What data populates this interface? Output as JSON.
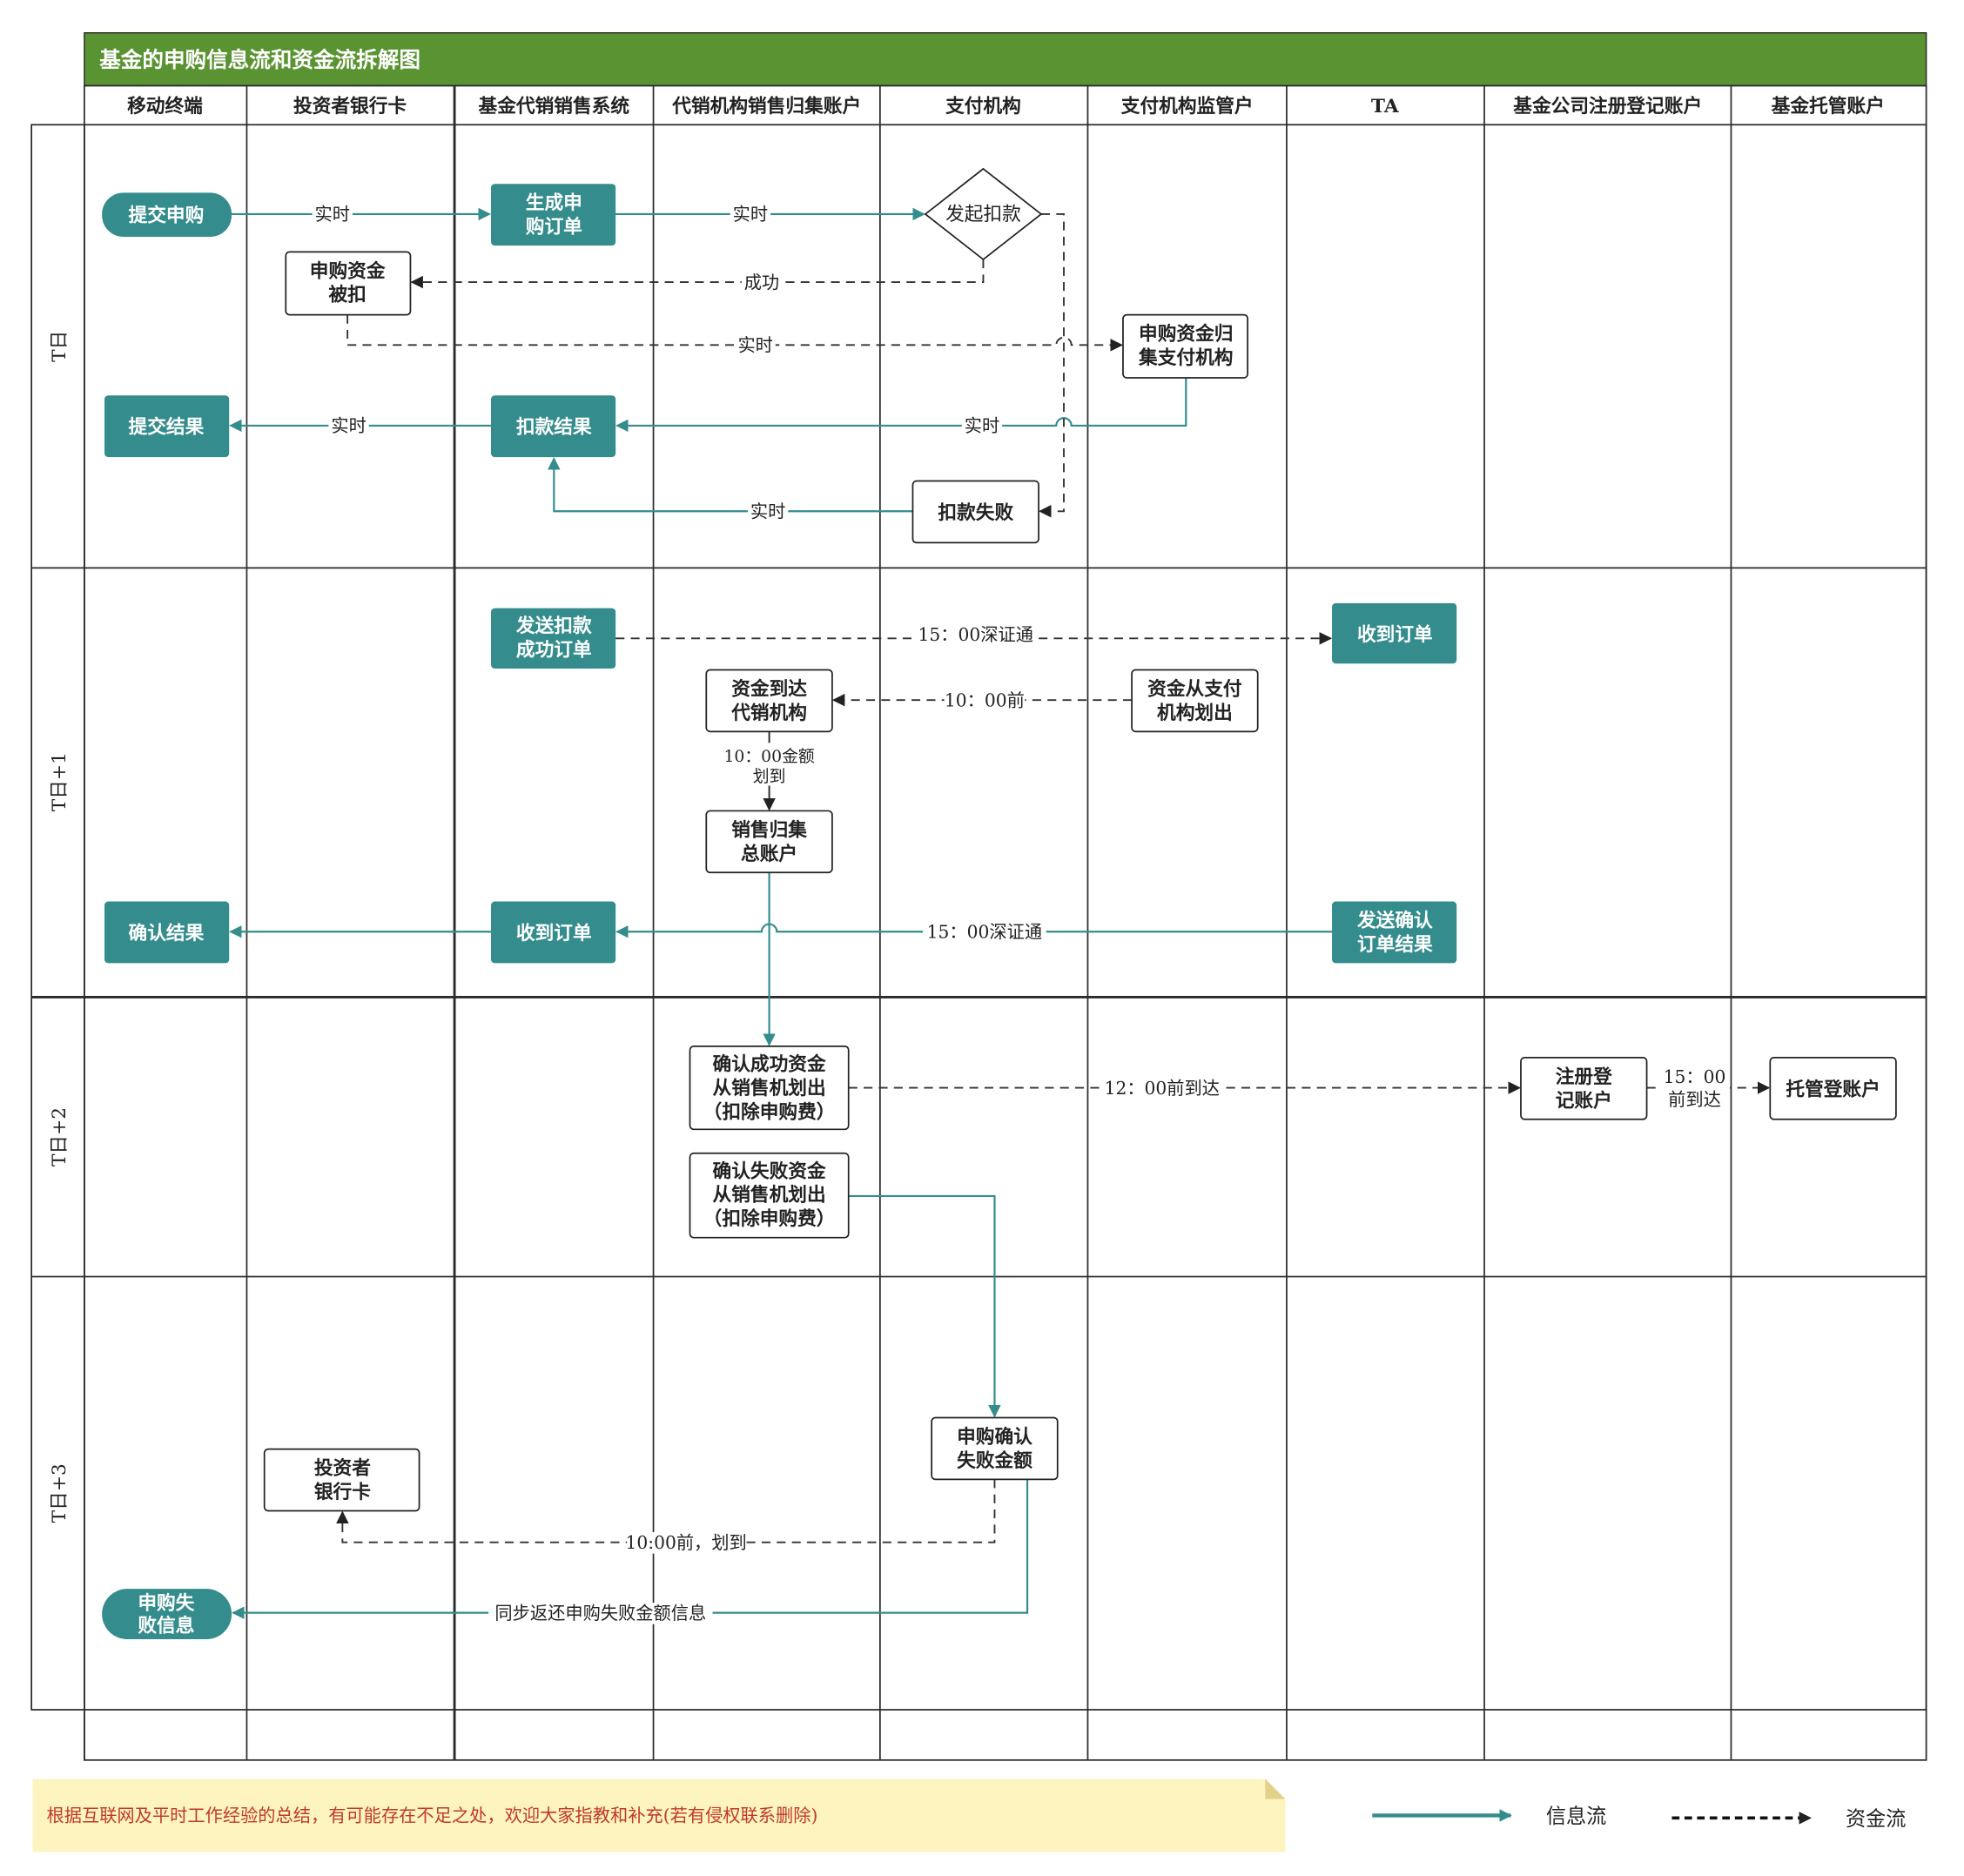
{
  "title": "基金的申购信息流和资金流拆解图",
  "columns": [
    "移动终端",
    "投资者银行卡",
    "基金代销销售系统",
    "代销机构销售归集账户",
    "支付机构",
    "支付机构监管户",
    "TA",
    "基金公司注册登记账户",
    "基金托管账户"
  ],
  "rows": [
    "T日",
    "T日+1",
    "T日+2",
    "T日+3"
  ],
  "nodes": {
    "submit_purchase": [
      "提交申购"
    ],
    "generate_order": [
      "生成申",
      "购订单"
    ],
    "initiate_debit": [
      "发起扣款"
    ],
    "funds_debited": [
      "申购资金",
      "被扣"
    ],
    "funds_collected": [
      "申购资金归",
      "集支付机构"
    ],
    "submit_result": [
      "提交结果"
    ],
    "debit_result": [
      "扣款结果"
    ],
    "debit_failed": [
      "扣款失败"
    ],
    "send_success_order": [
      "发送扣款",
      "成功订单"
    ],
    "ta_received_order": [
      "收到订单"
    ],
    "funds_arrived": [
      "资金到达",
      "代销机构"
    ],
    "funds_out_payment": [
      "资金从支付",
      "机构划出"
    ],
    "sales_master_account": [
      "销售归集",
      "总账户"
    ],
    "confirm_result": [
      "确认结果"
    ],
    "received_order": [
      "收到订单"
    ],
    "send_confirm_result": [
      "发送确认",
      "订单结果"
    ],
    "success_funds_out": [
      "确认成功资金",
      "从销售机划出",
      "（扣除申购费）"
    ],
    "failed_funds_out": [
      "确认失败资金",
      "从销售机划出",
      "（扣除申购费）"
    ],
    "registration_account": [
      "注册登",
      "记账户"
    ],
    "custody_account": [
      "托管登账户"
    ],
    "failed_amount": [
      "申购确认",
      "失败金额"
    ],
    "investor_card": [
      "投资者",
      "银行卡"
    ],
    "failure_info": [
      "申购失",
      "败信息"
    ]
  },
  "edge_labels": {
    "realtime": "实时",
    "success": "成功",
    "shenzhen_1500": "15：00深证通",
    "before_1000": "10：00前",
    "amount_transfer": [
      "10：00金额",
      "划到"
    ],
    "arrive_1200": "12：00前到达",
    "arrive_1500": [
      "15：00",
      "前到达"
    ],
    "transfer_1000": "10:00前，划到",
    "sync_return": "同步返还申购失败金额信息"
  },
  "note": "根据互联网及平时工作经验的总结，有可能存在不足之处，欢迎大家指教和补充(若有侵权联系删除)",
  "legend": {
    "info_flow": "信息流",
    "money_flow": "资金流"
  },
  "colors": {
    "title_bar": "#5a9331",
    "node": "#348c8c",
    "note_bg": "#fdf4bf",
    "note_text": "#c0392b"
  }
}
